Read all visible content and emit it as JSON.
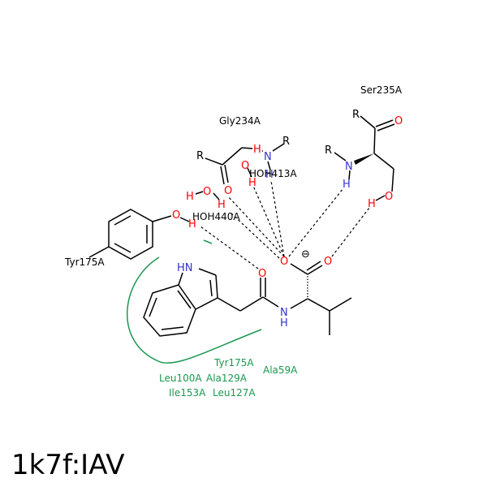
{
  "title": "1k7f:IAV",
  "colors": {
    "oxygen": "#ff0000",
    "nitrogen": "#3333cc",
    "hydrophobic": "#1a9850",
    "bond": "#000000"
  },
  "residues": {
    "ser235": "Ser235A",
    "gly234": "Gly234A",
    "tyr175": "Tyr175A",
    "hoh413": "HOH413A",
    "hoh440": "HOH440A"
  },
  "atoms": {
    "R": "R",
    "O": "O",
    "N": "N",
    "H": "H",
    "HN": "HN",
    "minus": "⊖"
  },
  "hydrophobic_contacts": [
    "Tyr175A",
    "Ala59A",
    "Leu100A",
    "Ala129A",
    "Ile153A",
    "Leu127A"
  ]
}
